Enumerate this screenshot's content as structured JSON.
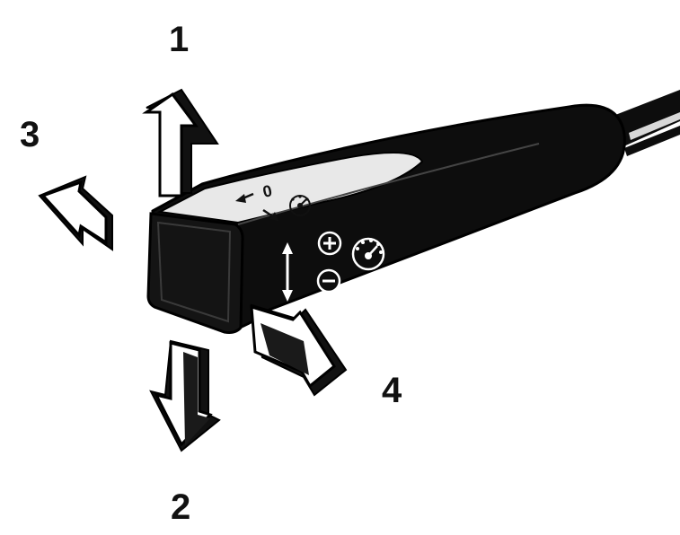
{
  "labels": {
    "n1": "1",
    "n2": "2",
    "n3": "3",
    "n4": "4"
  },
  "switch": {
    "position_marker": "0",
    "plus_symbol": "+",
    "minus_symbol": "−"
  },
  "colors": {
    "body": "#0d0d0d",
    "outline": "#000000",
    "arrow_light": "#ffffff",
    "arrow_dark": "#111111",
    "highlight": "#e8e8e8"
  }
}
